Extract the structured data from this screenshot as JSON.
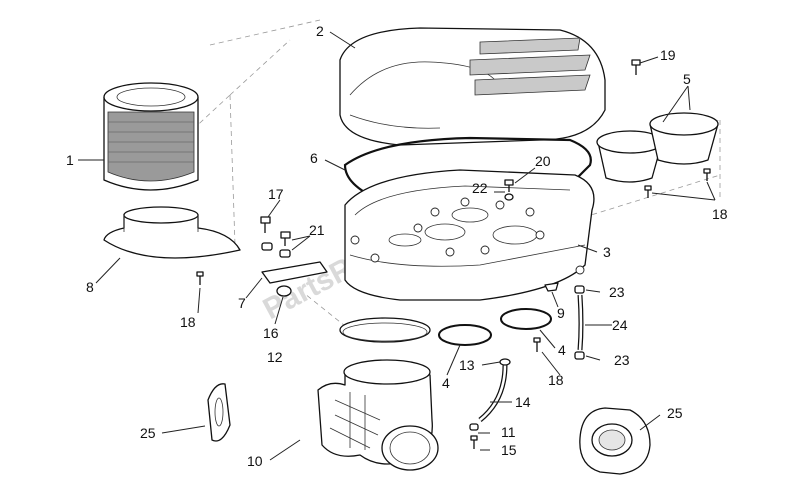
{
  "diagram": {
    "watermark": "PartsRepublik",
    "callouts": [
      {
        "id": "c1",
        "text": "1"
      },
      {
        "id": "c2",
        "text": "2"
      },
      {
        "id": "c3",
        "text": "3"
      },
      {
        "id": "c4a",
        "text": "4"
      },
      {
        "id": "c4b",
        "text": "4"
      },
      {
        "id": "c5",
        "text": "5"
      },
      {
        "id": "c6",
        "text": "6"
      },
      {
        "id": "c7",
        "text": "7"
      },
      {
        "id": "c8",
        "text": "8"
      },
      {
        "id": "c9",
        "text": "9"
      },
      {
        "id": "c10",
        "text": "10"
      },
      {
        "id": "c11",
        "text": "11"
      },
      {
        "id": "c12",
        "text": "12"
      },
      {
        "id": "c13",
        "text": "13"
      },
      {
        "id": "c14",
        "text": "14"
      },
      {
        "id": "c15",
        "text": "15"
      },
      {
        "id": "c16",
        "text": "16"
      },
      {
        "id": "c17",
        "text": "17"
      },
      {
        "id": "c18a",
        "text": "18"
      },
      {
        "id": "c18b",
        "text": "18"
      },
      {
        "id": "c18c",
        "text": "18"
      },
      {
        "id": "c19",
        "text": "19"
      },
      {
        "id": "c20",
        "text": "20"
      },
      {
        "id": "c21",
        "text": "21"
      },
      {
        "id": "c22",
        "text": "22"
      },
      {
        "id": "c23a",
        "text": "23"
      },
      {
        "id": "c23b",
        "text": "23"
      },
      {
        "id": "c24",
        "text": "24"
      },
      {
        "id": "c25a",
        "text": "25"
      },
      {
        "id": "c25b",
        "text": "25"
      }
    ]
  }
}
